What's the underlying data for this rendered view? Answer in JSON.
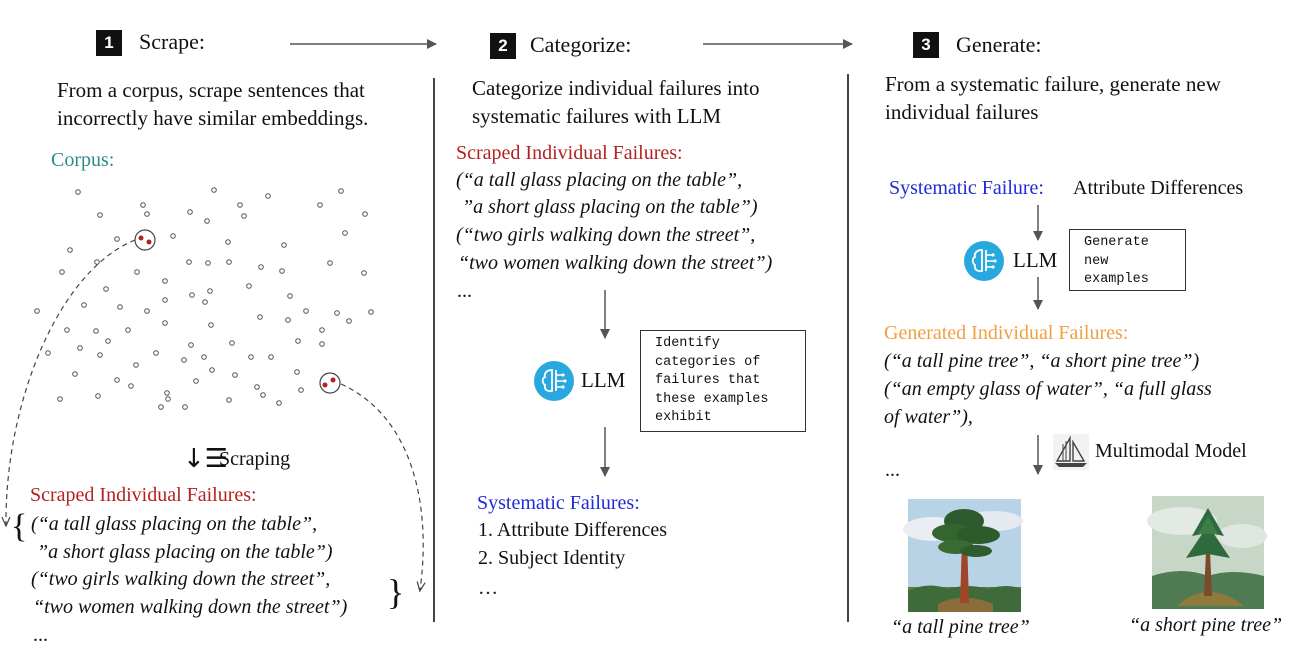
{
  "step1": {
    "number": "1",
    "title": "Scrape:",
    "description": "From a corpus, scrape sentences that incorrectly have similar embeddings.",
    "corpus_label": "Corpus:",
    "scraping_label": "Scraping",
    "failures_header": "Scraped Individual Failures:",
    "failures": [
      "(“a tall glass placing on the table”,",
      "”a short glass placing on the table”)",
      "(“two girls walking down the street”,",
      "“two women walking down the street”)"
    ],
    "ellipsis": "..."
  },
  "step2": {
    "number": "2",
    "title": "Categorize:",
    "description": "Categorize individual failures into systematic failures with LLM",
    "failures_header": "Scraped Individual Failures:",
    "failures": [
      "(“a tall glass placing on the table”,",
      "”a short glass placing on the table”)",
      "(“two girls walking down the street”,",
      "“two women walking down the street”)"
    ],
    "ellipsis": "...",
    "llm_label": "LLM",
    "prompt_box": "Identify\ncategories of\nfailures that\nthese examples\nexhibit",
    "systematic_header": "Systematic Failures:",
    "systematic_items": [
      "1. Attribute Differences",
      "2. Subject Identity"
    ],
    "systematic_ellipsis": "…"
  },
  "step3": {
    "number": "3",
    "title": "Generate:",
    "description": "From a systematic failure, generate new individual failures",
    "systematic_label": "Systematic Failure:",
    "systematic_value": "Attribute Differences",
    "llm_label": "LLM",
    "prompt_box": "Generate\nnew\nexamples",
    "generated_header": "Generated Individual Failures:",
    "generated_lines": [
      "(“a tall pine tree”, “a short pine tree”)",
      "(“an empty glass of water”, “a full glass",
      "of water”),"
    ],
    "ellipsis": "...",
    "multimodal_label": "Multimodal Model",
    "captions": [
      "“a tall pine tree”",
      "“a short pine tree”"
    ]
  },
  "colors": {
    "red": "#b22222",
    "teal": "#2a8c8c",
    "blue": "#1f2bd6",
    "orange": "#f0a040",
    "llm_icon": "#29a8e0"
  },
  "icons": [
    "llm-brain-icon",
    "sailboat-icon",
    "sort-descending-icon",
    "arrow-right-icon"
  ]
}
